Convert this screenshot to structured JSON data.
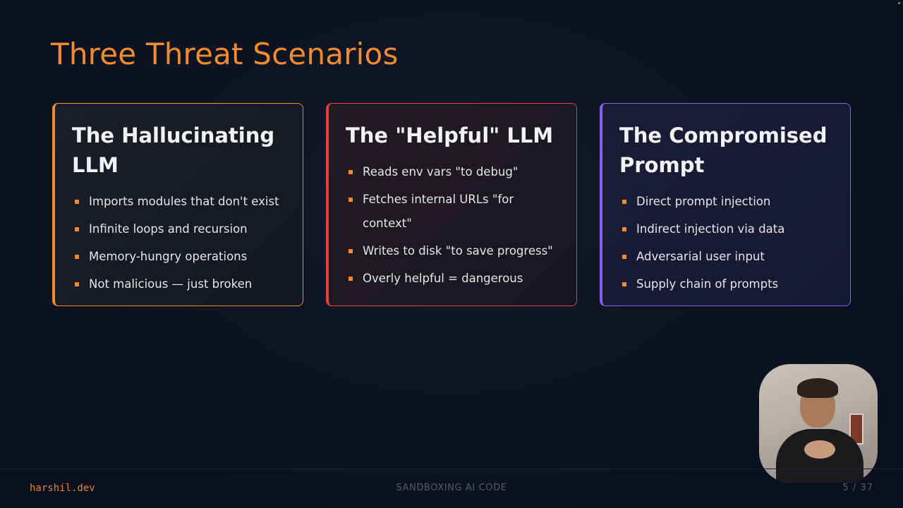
{
  "slide": {
    "title": "Three Threat Scenarios",
    "cards": [
      {
        "title": "The Hallucinating LLM",
        "accent": "#f28a2e",
        "items": [
          "Imports modules that don't exist",
          "Infinite loops and recursion",
          "Memory-hungry operations",
          "Not malicious — just broken"
        ]
      },
      {
        "title": "The \"Helpful\" LLM",
        "accent": "#e0403f",
        "items": [
          "Reads env vars \"to debug\"",
          "Fetches internal URLs \"for context\"",
          "Writes to disk \"to save progress\"",
          "Overly helpful = dangerous"
        ]
      },
      {
        "title": "The Compromised Prompt",
        "accent": "#8a5cf0",
        "items": [
          "Direct prompt injection",
          "Indirect injection via data",
          "Adversarial user input",
          "Supply chain of prompts"
        ]
      }
    ]
  },
  "footer": {
    "author": "harshil.dev",
    "deck_title": "SANDBOXING AI CODE",
    "page": "5 / 37"
  },
  "colors": {
    "background": "#0c1320",
    "title": "#f28a2e",
    "bullet": "#f28a2e"
  },
  "icons": {
    "bullet": "square-bullet-icon"
  }
}
